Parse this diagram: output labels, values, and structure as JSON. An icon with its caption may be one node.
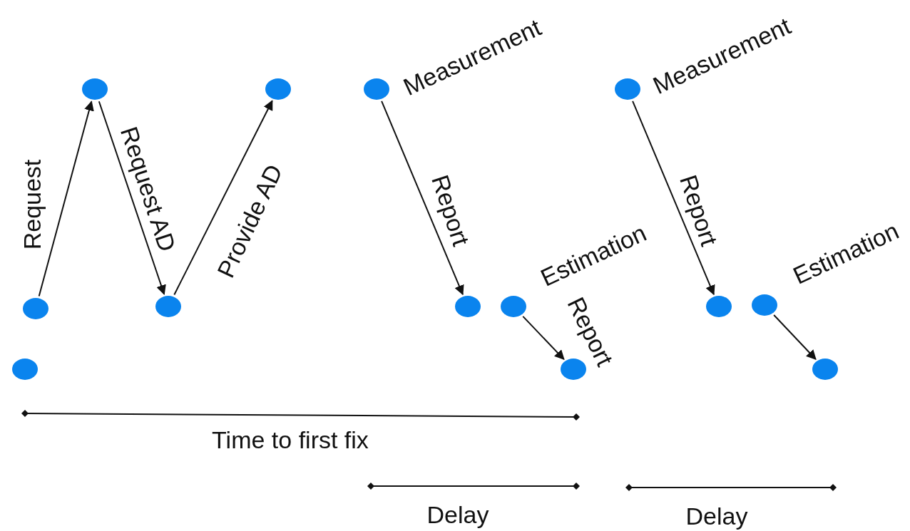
{
  "diagram": {
    "nodes": [
      {
        "text": [],
        "shape": "circle"
      },
      {
        "text": [],
        "shape": "circle"
      },
      {
        "text": [],
        "shape": "circle",
        "beside": [
          "Measurement"
        ]
      },
      {
        "text": [],
        "shape": "circle",
        "beside": [
          "Measurement"
        ]
      },
      {
        "text": [],
        "shape": "circle"
      },
      {
        "text": [],
        "shape": "circle"
      },
      {
        "text": [],
        "shape": "circle"
      },
      {
        "text": [],
        "shape": "circle",
        "beside": [
          "Estimation"
        ]
      },
      {
        "text": [],
        "shape": "circle"
      },
      {
        "text": [],
        "shape": "circle",
        "beside": [
          "Estimation"
        ]
      },
      {
        "text": [],
        "shape": "circle"
      },
      {
        "text": [],
        "shape": "circle"
      },
      {
        "text": [],
        "shape": "circle"
      }
    ],
    "edges": [
      {
        "from": 4,
        "to": 0,
        "arrow": "to",
        "label": "Request"
      },
      {
        "from": 0,
        "to": 5,
        "arrow": "to",
        "label": "Request AD"
      },
      {
        "from": 5,
        "to": 1,
        "arrow": "to",
        "label": "Provide AD"
      },
      {
        "from": 2,
        "to": 6,
        "arrow": "to",
        "label": "Report"
      },
      {
        "from": 7,
        "to": 11,
        "arrow": "to",
        "label": "Report"
      },
      {
        "from": 3,
        "to": 8,
        "arrow": "to",
        "label": "Report"
      },
      {
        "from": 9,
        "to": 12,
        "arrow": "to"
      }
    ],
    "labels": [
      "Time to first fix",
      "Delay",
      "Delay"
    ]
  }
}
